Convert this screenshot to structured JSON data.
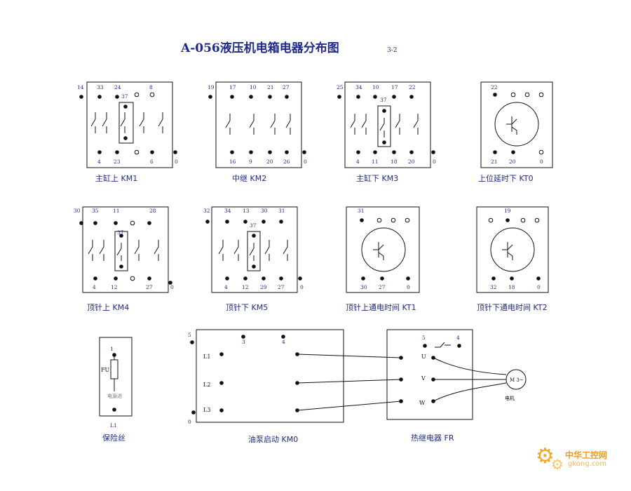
{
  "title": "A-056液压机电箱电器分布图",
  "page_code": "3-2",
  "caption_km1": "主缸上  KM1",
  "caption_km2": "中继  KM2",
  "caption_km3": "主缸下  KM3",
  "caption_kt0": "上位延时下  KT0",
  "caption_km4": "顶针上  KM4",
  "caption_km5": "顶针下  KM5",
  "caption_kt1": "顶针上通电时间  KT1",
  "caption_kt2": "顶针下通电时间  KT2",
  "caption_fuse": "保险丝",
  "caption_km0": "油泵启动  KM0",
  "caption_fr": "热继电器  FR",
  "km1_top": [
    "33",
    "24",
    "8"
  ],
  "km1_top_left": "14",
  "km1_coil": "37",
  "km1_bottom": [
    "4",
    "23",
    "6"
  ],
  "km1_right": "0",
  "km2_top": [
    "17",
    "10",
    "21",
    "27"
  ],
  "km2_top_left": "19",
  "km2_bottom": [
    "16",
    "9",
    "20",
    "26"
  ],
  "km2_right": "0",
  "km3_top": [
    "34",
    "10",
    "17",
    "22"
  ],
  "km3_top_left": "25",
  "km3_coil": "37",
  "km3_bottom": [
    "4",
    "11",
    "18",
    "20"
  ],
  "km3_right": "0",
  "kt0_top": "22",
  "kt0_bottom": [
    "21",
    "20",
    "0"
  ],
  "km4_top": [
    "35",
    "11",
    "28"
  ],
  "km4_top_left": "30",
  "km4_coil": "37",
  "km4_bottom": [
    "4",
    "12",
    "27"
  ],
  "km4_right": "0",
  "km5_top": [
    "34",
    "13",
    "30",
    "31"
  ],
  "km5_top_left": "32",
  "km5_coil": "37",
  "km5_bottom": [
    "4",
    "12",
    "29",
    "27"
  ],
  "km5_right": "0",
  "kt1_top": "31",
  "kt1_bottom": [
    "30",
    "27",
    "0"
  ],
  "kt2_top": "19",
  "kt2_bottom": [
    "32",
    "18",
    "0"
  ],
  "fuse_top": "1",
  "fuse_label": "FU",
  "fuse_note": "电源进",
  "fuse_bottom": "L1",
  "km0_corner": "5",
  "km0_top": [
    "3",
    "4"
  ],
  "km0_lines": [
    "L1",
    "L2",
    "L3"
  ],
  "km0_bottom": "0",
  "fr_top": [
    "5",
    "4"
  ],
  "fr_phases": [
    "U",
    "V",
    "W"
  ],
  "motor_symbol": "M 3~",
  "motor_label": "电机",
  "watermark_main": "中华工控网",
  "watermark_sub": "gkong.com",
  "colors": {
    "label_blue": "#1f2a8c",
    "line_black": "#111111",
    "watermark_orange": "#f39a1e"
  }
}
